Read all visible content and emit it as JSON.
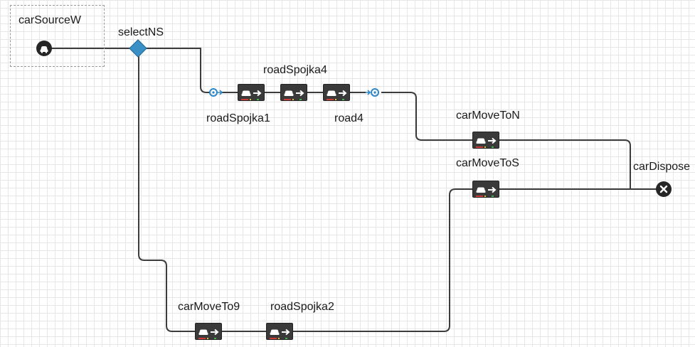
{
  "blocks": {
    "carSourceW": "carSourceW",
    "selectNS": "selectNS",
    "roadSpojka4": "roadSpojka4",
    "roadSpojka1": "roadSpojka1",
    "road4": "road4",
    "carMoveToN": "carMoveToN",
    "carMoveToS": "carMoveToS",
    "carDispose": "carDispose",
    "carMoveTo9": "carMoveTo9",
    "roadSpojka2": "roadSpojka2"
  },
  "icons": {
    "source": "car-source-icon",
    "select": "select-output-diamond-icon",
    "road_block": "car-move-road-icon",
    "exit": "road-exit-icon",
    "entry": "road-entry-icon",
    "dispose": "car-dispose-icon"
  },
  "colors": {
    "wire": "#3c3c3c",
    "block_fill": "#3a3a3a",
    "diamond": "#3a8fc4",
    "port_icon": "#2f86c9",
    "grid": "#e6e6e6"
  }
}
